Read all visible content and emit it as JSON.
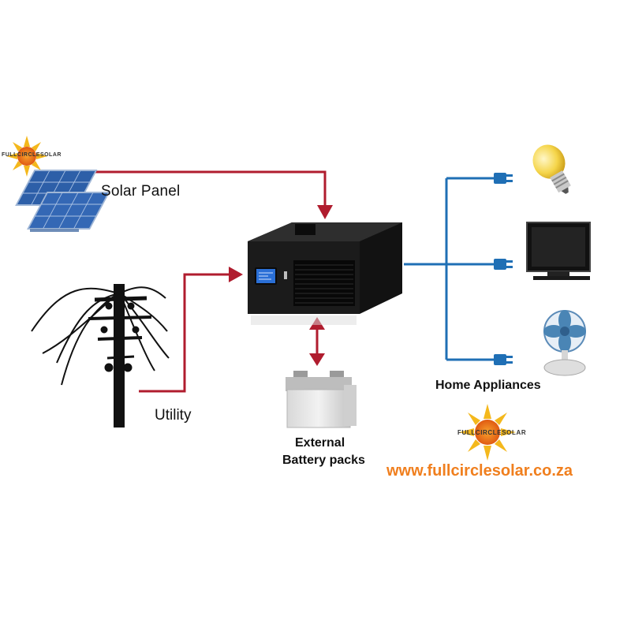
{
  "labels": {
    "solar_panel": "Solar Panel",
    "utility": "Utility",
    "battery_line1": "External",
    "battery_line2": "Battery packs",
    "home_appliances": "Home Appliances",
    "website": "www.fullcirclesolar.co.za"
  },
  "logo": {
    "text": "FULLCIRCLESOLAR"
  },
  "colors": {
    "input_line": "#b01c2e",
    "output_line": "#1f6fb5",
    "website_text": "#f07f1e",
    "inverter_body": "#1c1c1c",
    "lcd_screen": "#2a6fd6",
    "sun_orange": "#f28c1e"
  },
  "icons": [
    "sun-logo-icon",
    "solar-panel-icon",
    "utility-pole-icon",
    "inverter-icon",
    "battery-icon",
    "plug-icon",
    "light-bulb-icon",
    "monitor-icon",
    "fan-icon"
  ]
}
